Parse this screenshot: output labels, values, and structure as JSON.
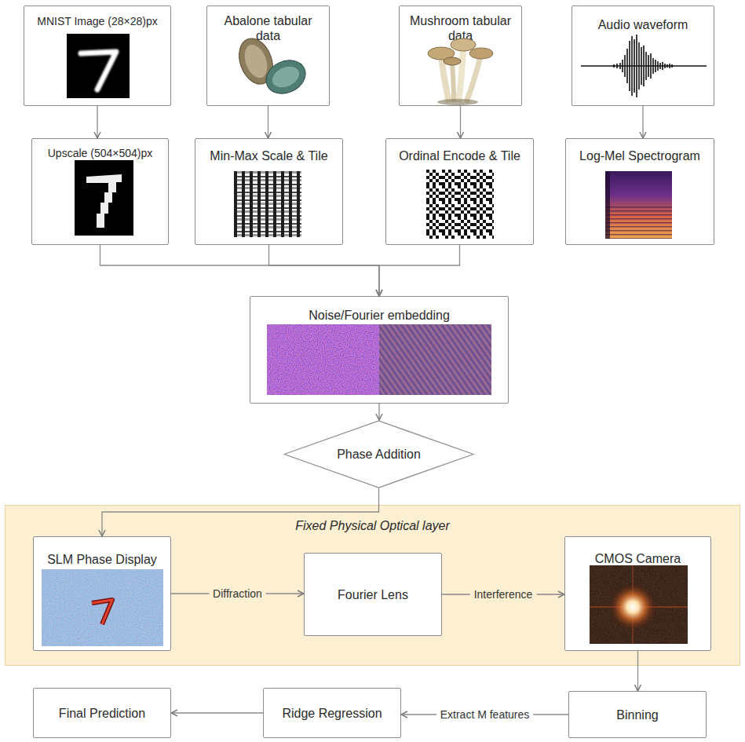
{
  "diagram": {
    "nodes": [
      {
        "text": [
          "MNIST Image (28×28)px"
        ]
      },
      {
        "text": [
          "Abalone tabular data"
        ]
      },
      {
        "text": [
          "Mushroom tabular data"
        ]
      },
      {
        "text": [
          "Audio waveform"
        ]
      },
      {
        "text": [
          "Upscale (504×504)px"
        ]
      },
      {
        "text": [
          "Min-Max Scale & Tile"
        ]
      },
      {
        "text": [
          "Ordinal Encode & Tile"
        ]
      },
      {
        "text": [
          "Log-Mel Spectrogram"
        ]
      },
      {
        "text": [
          "Noise/Fourier embedding"
        ]
      },
      {
        "text": [
          "Phase Addition"
        ]
      },
      {
        "text": [
          "Fixed Physical Optical layer"
        ]
      },
      {
        "text": [
          "SLM Phase Display"
        ],
        "in": 10
      },
      {
        "text": [
          "Fourier Lens"
        ],
        "in": 10
      },
      {
        "text": [
          "CMOS Camera"
        ],
        "in": 10
      },
      {
        "text": [
          "Binning"
        ]
      },
      {
        "text": [
          "Ridge Regression"
        ]
      },
      {
        "text": [
          "Final Prediction"
        ]
      }
    ],
    "edges": [
      {
        "from": 0,
        "to": 4,
        "arrow": "to"
      },
      {
        "from": 1,
        "to": 5,
        "arrow": "to"
      },
      {
        "from": 2,
        "to": 6,
        "arrow": "to"
      },
      {
        "from": 3,
        "to": 7,
        "arrow": "to"
      },
      {
        "from": 4,
        "to": 8,
        "arrow": "to"
      },
      {
        "from": 5,
        "to": 8,
        "arrow": "to"
      },
      {
        "from": 6,
        "to": 8,
        "arrow": "to"
      },
      {
        "from": 8,
        "to": 9,
        "arrow": "to"
      },
      {
        "from": 9,
        "to": 11,
        "arrow": "to"
      },
      {
        "from": 11,
        "to": 12,
        "label": "Diffraction",
        "arrow": "to"
      },
      {
        "from": 12,
        "to": 13,
        "label": "Interference",
        "arrow": "to"
      },
      {
        "from": 13,
        "to": 14,
        "arrow": "to"
      },
      {
        "from": 14,
        "to": 15,
        "label": "Extract M features",
        "arrow": "to"
      },
      {
        "from": 15,
        "to": 16,
        "arrow": "to"
      }
    ]
  }
}
